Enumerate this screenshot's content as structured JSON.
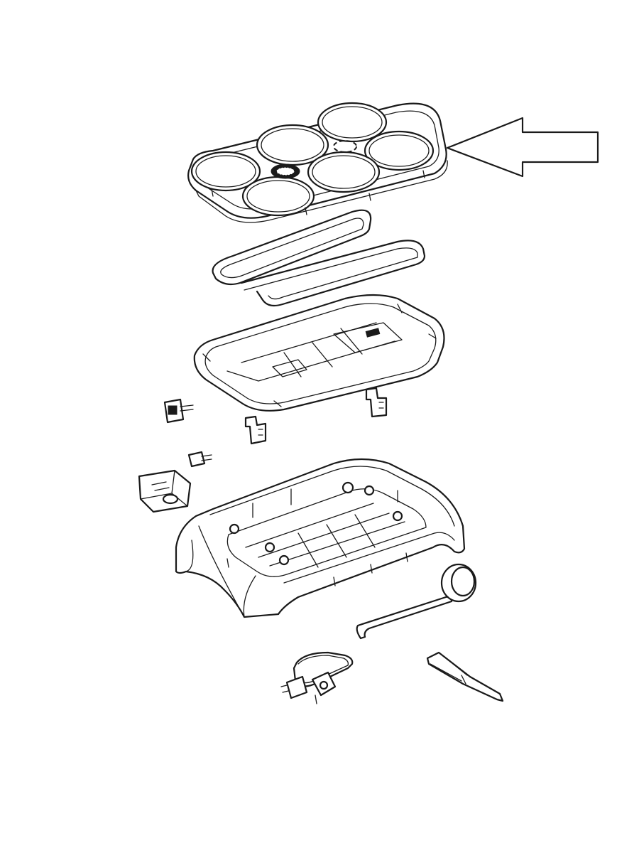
{
  "diagram": {
    "type": "exploded-assembly",
    "parts": [
      {
        "id": "crepe-plate",
        "shape": "plate-with-6-circular-wells",
        "wells": 6,
        "highlighted": true
      },
      {
        "id": "heating-element",
        "shape": "u-loop"
      },
      {
        "id": "reflector-tray",
        "shape": "rounded-rect-frame"
      },
      {
        "id": "bracket-left",
        "shape": "small-clip"
      },
      {
        "id": "bracket-center",
        "shape": "small-clip"
      },
      {
        "id": "bracket-right",
        "shape": "small-clip"
      },
      {
        "id": "thermostat",
        "shape": "small-block"
      },
      {
        "id": "connector",
        "shape": "small-block"
      },
      {
        "id": "switch-box",
        "shape": "box"
      },
      {
        "id": "base-housing",
        "shape": "housing"
      },
      {
        "id": "spreader-tool",
        "shape": "rake-with-disc"
      },
      {
        "id": "spatula",
        "shape": "flat-blade"
      },
      {
        "id": "power-cord",
        "shape": "cord-with-plug"
      }
    ],
    "pointer": {
      "shape": "block-arrow",
      "direction": "left",
      "target": "crepe-plate"
    },
    "colors": {
      "line": "#1a1a1a",
      "background": "#ffffff"
    }
  }
}
